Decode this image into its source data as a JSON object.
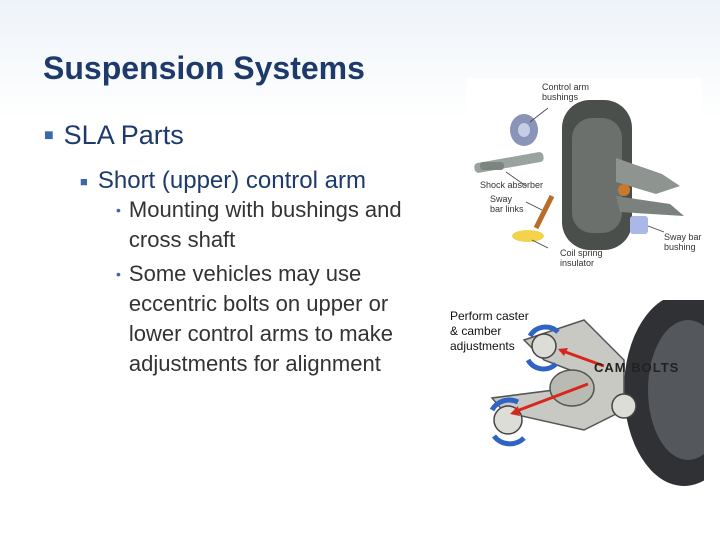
{
  "slide": {
    "title": "Suspension Systems",
    "bullets": {
      "level1": "SLA Parts",
      "level2": "Short (upper) control arm",
      "level3": [
        "Mounting with bushings and cross shaft",
        "Some vehicles may use eccentric bolts on upper or lower control arms to make adjustments for alignment"
      ]
    }
  },
  "figure_top": {
    "labels": {
      "control_arm_bushings": "Control arm bushings",
      "shock_absorber": "Shock absorber",
      "sway_bar_links": "Sway bar links",
      "coil_spring_insulator": "Coil spring insulator",
      "sway_bar_bushing": "Sway bar bushing"
    }
  },
  "figure_bottom": {
    "cam_label": "CAM BOLTS",
    "caption": "Perform caster & camber adjustments"
  },
  "colors": {
    "title": "#1d3a6b",
    "bullet_marker": "#3d67a8",
    "arrow": "#d9261c"
  }
}
